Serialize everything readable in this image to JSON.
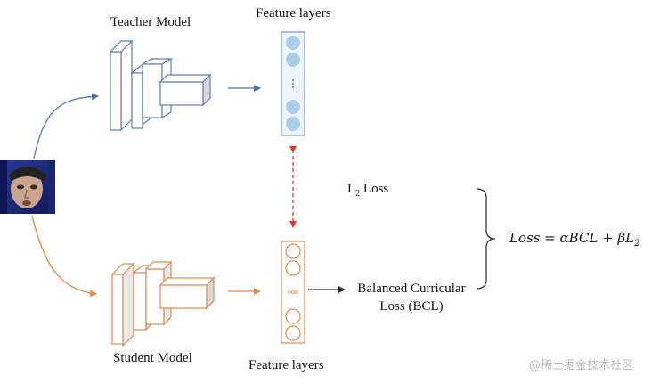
{
  "labels": {
    "teacher_model": "Teacher Model",
    "student_model": "Student Model",
    "teacher_feature_layers": "Feature layers",
    "student_feature_layers": "Feature layers",
    "l2_loss_base": "L",
    "l2_loss_sub": "2",
    "l2_loss_rest": " Loss",
    "bcl_line1": "Balanced Curricular",
    "bcl_line2": "Loss (BCL)",
    "loss_formula_prefix": "Loss = αBCL + βL",
    "loss_formula_sub": "2",
    "feature_dots": "∘∘∘"
  },
  "watermark": "@稀土掘金技术社区",
  "colors": {
    "teacher": "#5b7fb6",
    "teacher_node_fill": "#a9cfe8",
    "student": "#e08a4c",
    "red_dashed": "#d63b2f",
    "bracket": "#333333",
    "face_bg": "#1d2a7a"
  },
  "icons": {
    "input_image": "face-photo-icon"
  }
}
